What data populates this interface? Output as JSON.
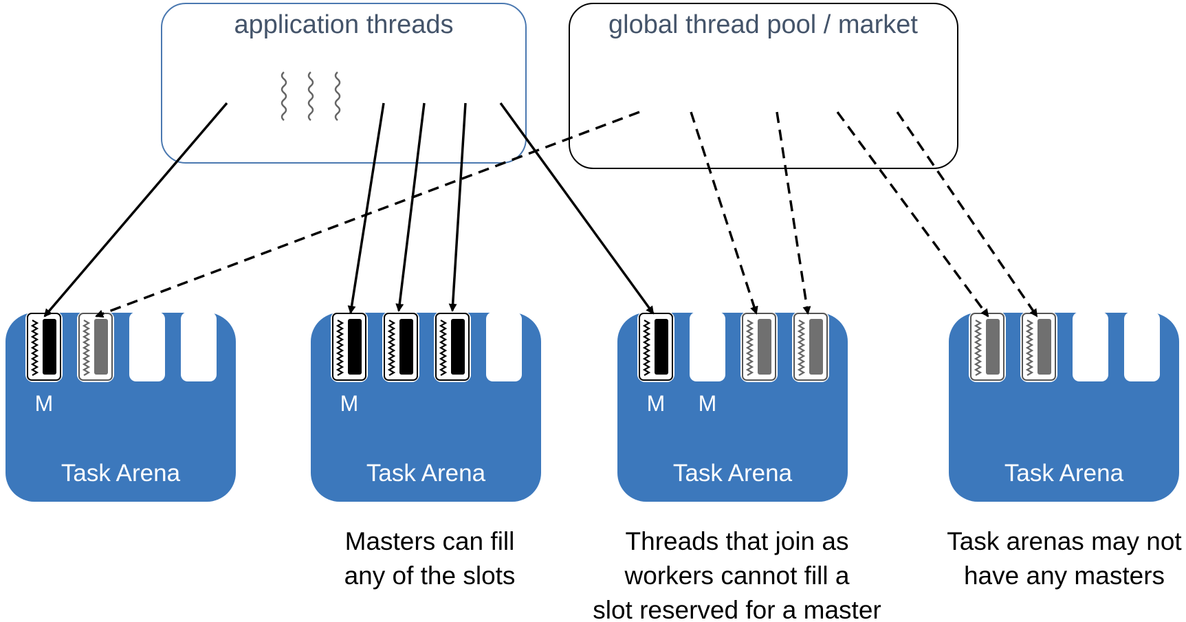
{
  "boxes": {
    "app_threads": "application threads",
    "global_pool": "global thread pool / market"
  },
  "arenas": [
    {
      "title": "Task Arena",
      "slots": [
        "master",
        "worker",
        "empty",
        "empty"
      ],
      "master_marks": [
        "M"
      ],
      "caption": []
    },
    {
      "title": "Task Arena",
      "slots": [
        "master",
        "master",
        "master",
        "empty"
      ],
      "master_marks": [
        "M"
      ],
      "caption": [
        "Masters can fill",
        "any of the slots"
      ]
    },
    {
      "title": "Task Arena",
      "slots": [
        "master",
        "reserved",
        "worker",
        "worker"
      ],
      "master_marks": [
        "M",
        "M"
      ],
      "caption": [
        "Threads that join as",
        "workers cannot fill a",
        "slot reserved for a master"
      ]
    },
    {
      "title": "Task Arena",
      "slots": [
        "worker",
        "worker",
        "empty",
        "empty"
      ],
      "master_marks": [],
      "caption": [
        "Task arenas may not",
        "have any masters"
      ]
    }
  ],
  "colors": {
    "arena_fill": "#3c78bc",
    "app_box_stroke": "#4a78b0",
    "master_bar": "#000000",
    "worker_bar": "#707070",
    "arrow": "#000000"
  },
  "legend_semantics": {
    "solid_arrow": "application (master) thread",
    "dashed_arrow": "worker thread from global pool"
  }
}
